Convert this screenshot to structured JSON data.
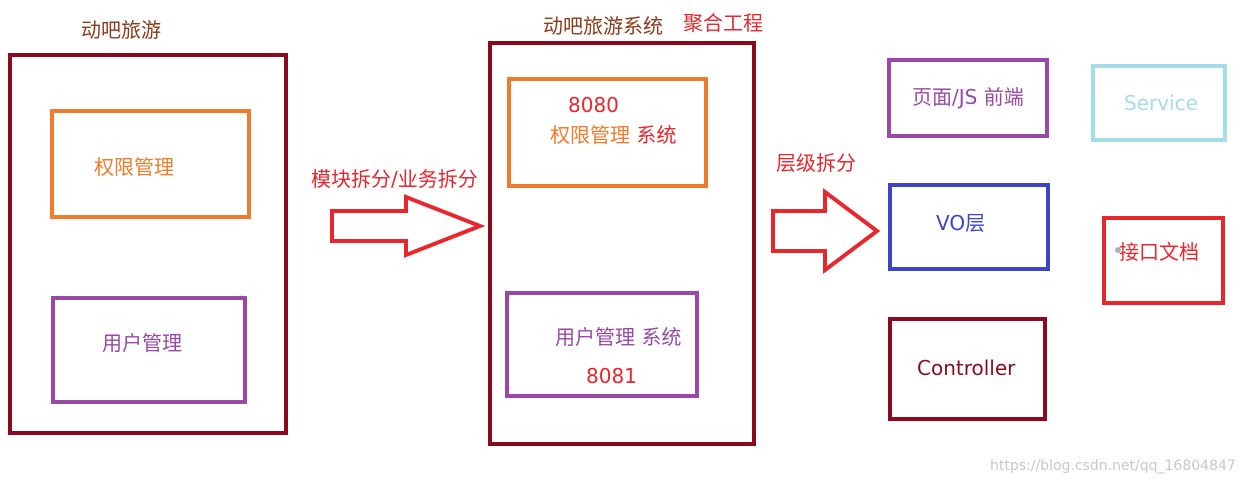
{
  "colors": {
    "maroon": "#8b0a1e",
    "orange": "#f07b2a",
    "purple": "#9a48a8",
    "red": "#e8262c",
    "blue": "#3a45c8",
    "light_blue": "#a5dcea"
  },
  "left": {
    "title": "动吧旅游",
    "box1": "权限管理",
    "box2": "用户管理"
  },
  "arrow1": {
    "label": "模块拆分/业务拆分"
  },
  "middle": {
    "title_a": "动吧旅游系统",
    "title_b": "聚合工程",
    "box1_port": "8080",
    "box1_pre": "权限管理",
    "box1_post": "系统",
    "box2_pre": "用户管理",
    "box2_post": "系统",
    "box2_port": "8081"
  },
  "arrow2": {
    "label": "层级拆分"
  },
  "right": {
    "page_js": "页面/JS 前端",
    "vo": "VO层",
    "controller": "Controller",
    "service": "Service",
    "api_doc": "接口文档"
  },
  "watermark": "https://blog.csdn.net/qq_16804847"
}
